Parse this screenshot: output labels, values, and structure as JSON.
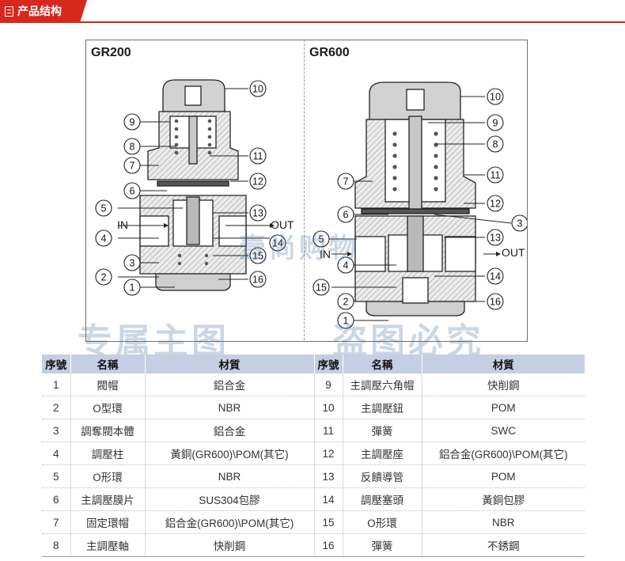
{
  "header": {
    "title": "产品结构"
  },
  "diagram": {
    "left_model": "GR200",
    "right_model": "GR600",
    "in_label": "IN",
    "out_label": "OUT",
    "watermark_top": "壹尚购物",
    "watermark_left": "专属主图",
    "watermark_right": "盗图必究",
    "left_callouts": [
      "10",
      "9",
      "8",
      "7",
      "11",
      "6",
      "12",
      "5",
      "13",
      "4",
      "14",
      "15",
      "3",
      "2",
      "16",
      "1"
    ],
    "right_callouts": [
      "10",
      "9",
      "8",
      "11",
      "7",
      "12",
      "6",
      "3",
      "13",
      "5",
      "4",
      "14",
      "15",
      "2",
      "16",
      "1"
    ]
  },
  "table": {
    "headers": [
      "序號",
      "名稱",
      "材質",
      "序號",
      "名稱",
      "材質"
    ],
    "rows": [
      [
        "1",
        "閥帽",
        "鋁合金",
        "9",
        "主調壓六角帽",
        "快削鋼"
      ],
      [
        "2",
        "O型環",
        "NBR",
        "10",
        "主調壓鈕",
        "POM"
      ],
      [
        "3",
        "調奪閥本體",
        "鋁合金",
        "11",
        "彈簧",
        "SWC"
      ],
      [
        "4",
        "調壓柱",
        "黃銅(GR600)\\POM(其它)",
        "12",
        "主調壓座",
        "鋁合金(GR600)\\POM(其它)"
      ],
      [
        "5",
        "O形環",
        "NBR",
        "13",
        "反饋導管",
        "POM"
      ],
      [
        "6",
        "主調壓膜片",
        "SUS304包膠",
        "14",
        "調壓塞頭",
        "黃銅包膠"
      ],
      [
        "7",
        "固定環帽",
        "鋁合金(GR600)\\POM(其它)",
        "15",
        "O形環",
        "NBR"
      ],
      [
        "8",
        "主調壓軸",
        "快削鋼",
        "16",
        "彈簧",
        "不銹鋼"
      ]
    ]
  }
}
